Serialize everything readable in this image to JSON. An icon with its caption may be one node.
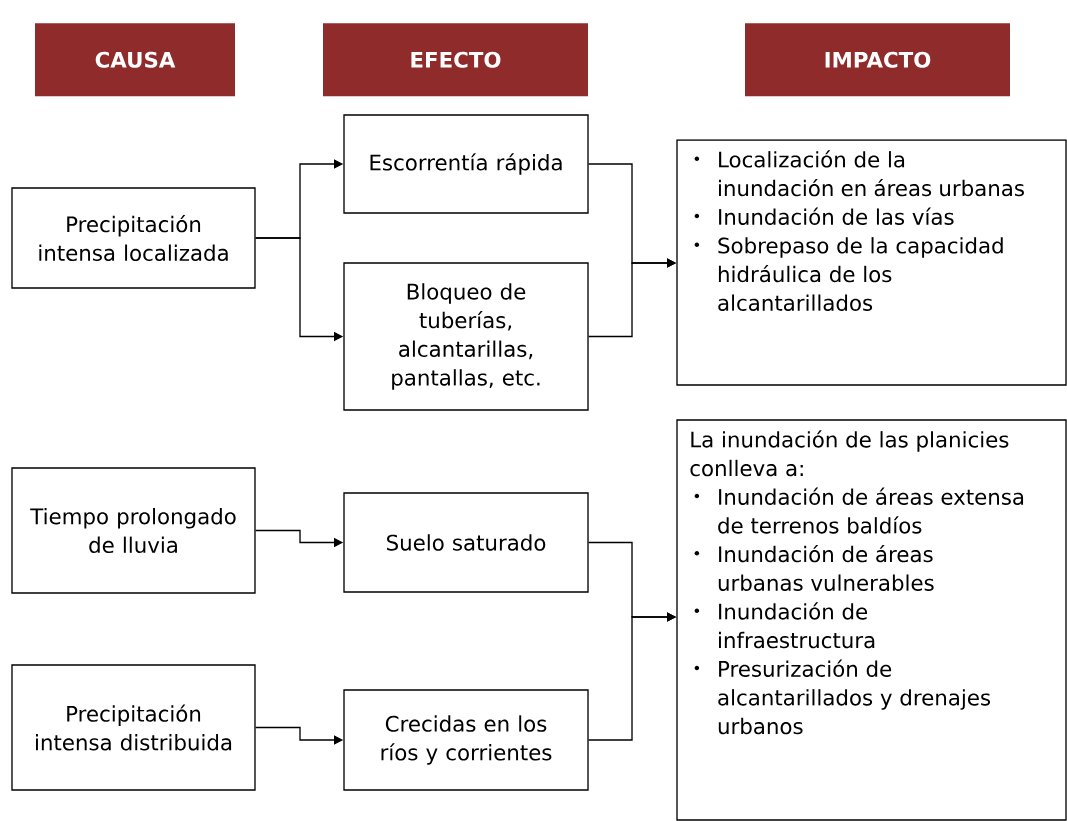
{
  "diagram": {
    "nodes": [
      {
        "text": [
          "CAUSA"
        ]
      },
      {
        "text": [
          "EFECTO"
        ]
      },
      {
        "text": [
          "IMPACTO"
        ]
      },
      {
        "text": [
          "Precipitación intensa localizada"
        ]
      },
      {
        "text": [
          "Escorrentía rápida"
        ]
      },
      {
        "text": [
          "Bloqueo de tuberías, alcantarillas, pantallas, etc."
        ]
      },
      {
        "text": [
          "Localización de la inundación en áreas urbanas",
          "Inundación de las vías",
          "Sobrepaso de la capacidad hidráulica de los alcantarillados"
        ]
      },
      {
        "text": [
          "Tiempo prolongado de lluvia"
        ]
      },
      {
        "text": [
          "Suelo saturado"
        ]
      },
      {
        "text": [
          "La inundación de las planicies conlleva a:",
          "Inundación de áreas extensa de terrenos baldíos",
          "Inundación de áreas urbanas vulnerables",
          "Inundación de infraestructura",
          "Presurización de alcantarillados y drenajes urbanos"
        ]
      },
      {
        "text": [
          "Precipitación intensa distribuida"
        ]
      },
      {
        "text": [
          "Crecidas en los ríos y corrientes"
        ]
      }
    ],
    "edges": [
      {
        "from": 3,
        "to": 4,
        "arrow": "to"
      },
      {
        "from": 3,
        "to": 5,
        "arrow": "to"
      },
      {
        "from": 4,
        "to": 6,
        "arrow": "to"
      },
      {
        "from": 5,
        "to": 6,
        "arrow": "to"
      },
      {
        "from": 7,
        "to": 8,
        "arrow": "to"
      },
      {
        "from": 10,
        "to": 11,
        "arrow": "to"
      },
      {
        "from": 8,
        "to": 9,
        "arrow": "to"
      },
      {
        "from": 11,
        "to": 9,
        "arrow": "to"
      }
    ]
  }
}
